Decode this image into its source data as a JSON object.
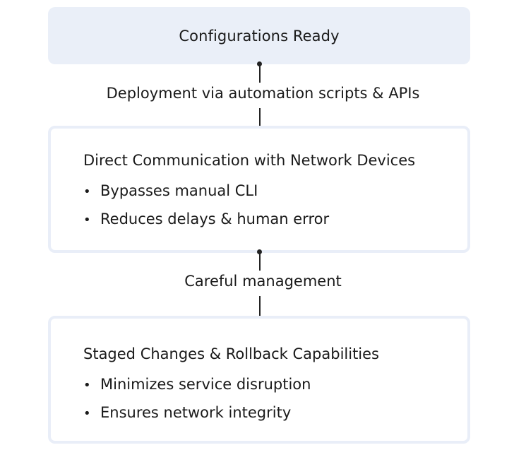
{
  "diagram": {
    "nodes": [
      {
        "id": "configurations-ready",
        "title": "Configurations Ready",
        "bullets": []
      },
      {
        "id": "direct-communication",
        "title": "Direct Communication with Network Devices",
        "bullets": [
          "Bypasses manual CLI",
          "Reduces delays & human error"
        ]
      },
      {
        "id": "staged-changes",
        "title": "Staged Changes & Rollback Capabilities",
        "bullets": [
          "Minimizes service disruption",
          "Ensures network integrity"
        ]
      }
    ],
    "edges": [
      {
        "from": "configurations-ready",
        "to": "direct-communication",
        "label": "Deployment via automation scripts & APIs"
      },
      {
        "from": "direct-communication",
        "to": "staged-changes",
        "label": "Careful management"
      }
    ],
    "bullet_glyph": "•",
    "colors": {
      "box_fill": "#EAEFF8",
      "box_border": "#E9EEF8",
      "text": "#1a1a1a",
      "connector": "#222222"
    }
  }
}
